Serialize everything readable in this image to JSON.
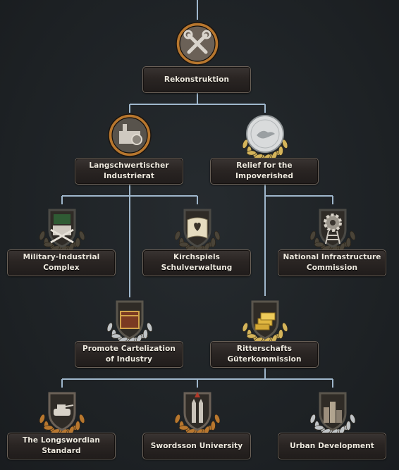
{
  "focus_tree": {
    "nodes": [
      {
        "id": "rekonstruktion",
        "label": "Rekonstruktion",
        "icon": "crossed-wrenches-icon",
        "frame": "bronze-ring"
      },
      {
        "id": "langschwertischer-industrierat",
        "label": "Langschwertischer\nIndustrierat",
        "icon": "factory-gear-icon",
        "frame": "bronze-ring"
      },
      {
        "id": "relief-for-the-impoverished",
        "label": "Relief for the\nImpoverished",
        "icon": "silver-coin-icon",
        "frame": "gold-laurel"
      },
      {
        "id": "military-industrial-complex",
        "label": "Military-Industrial\nComplex",
        "icon": "factory-crossed-rifles-icon",
        "frame": "dark-laurel"
      },
      {
        "id": "kirchspiels-schulverwaltung",
        "label": "Kirchspiels\nSchulverwaltung",
        "icon": "open-book-heart-icon",
        "frame": "dark-laurel"
      },
      {
        "id": "national-infrastructure-commission",
        "label": "National Infrastructure\nCommission",
        "icon": "gear-railway-icon",
        "frame": "dark-laurel"
      },
      {
        "id": "promote-cartelization-of-industry",
        "label": "Promote Cartelization\nof Industry",
        "icon": "treasure-chest-icon",
        "frame": "silver-laurel"
      },
      {
        "id": "ritterschafts-guterkommission",
        "label": "Ritterschafts\nGüterkommission",
        "icon": "gold-bars-icon",
        "frame": "gold-laurel"
      },
      {
        "id": "the-longswordian-standard",
        "label": "The Longswordian\nStandard",
        "icon": "tank-shield-icon",
        "frame": "bronze-laurel"
      },
      {
        "id": "swordsson-university",
        "label": "Swordsson University",
        "icon": "university-towers-icon",
        "frame": "bronze-laurel"
      },
      {
        "id": "urban-development",
        "label": "Urban Development",
        "icon": "city-skyline-icon",
        "frame": "silver-laurel"
      }
    ],
    "connections": [
      [
        "rekonstruktion",
        "langschwertischer-industrierat"
      ],
      [
        "rekonstruktion",
        "relief-for-the-impoverished"
      ],
      [
        "langschwertischer-industrierat",
        "military-industrial-complex"
      ],
      [
        "langschwertischer-industrierat",
        "kirchspiels-schulverwaltung"
      ],
      [
        "langschwertischer-industrierat",
        "promote-cartelization-of-industry"
      ],
      [
        "relief-for-the-impoverished",
        "national-infrastructure-commission"
      ],
      [
        "relief-for-the-impoverished",
        "ritterschafts-guterkommission"
      ],
      [
        "ritterschafts-guterkommission",
        "the-longswordian-standard"
      ],
      [
        "ritterschafts-guterkommission",
        "swordsson-university"
      ],
      [
        "ritterschafts-guterkommission",
        "urban-development"
      ]
    ],
    "colors": {
      "connector": "#9fb7cc",
      "bronze": "#b8772e",
      "gold": "#d4b45a",
      "silver": "#bfc3c6",
      "dark": "#4a4438"
    }
  }
}
